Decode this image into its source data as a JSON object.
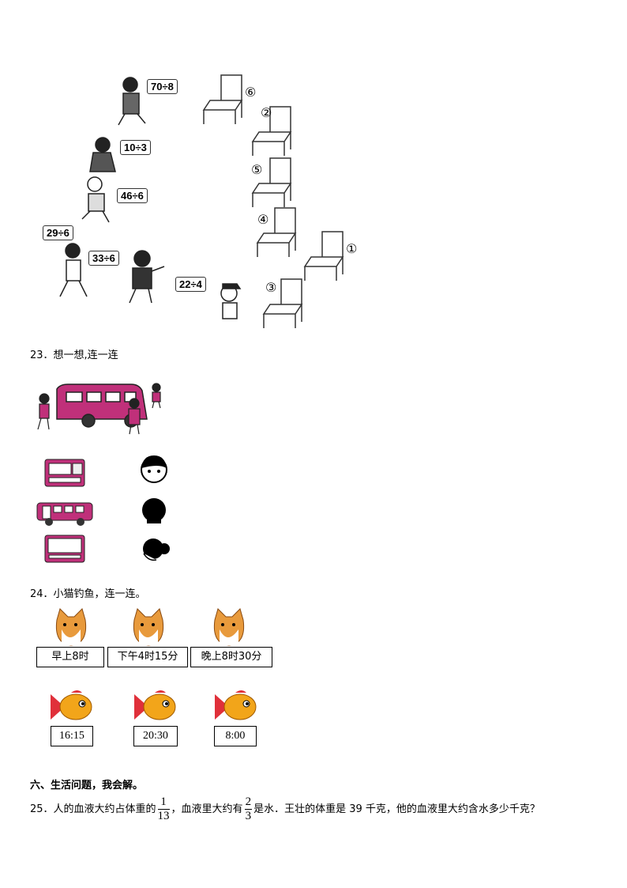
{
  "seating": {
    "bubbles": [
      "70÷8",
      "10÷3",
      "46÷6",
      "29÷6",
      "33÷6",
      "22÷4"
    ],
    "chair_numbers": [
      "⑥",
      "②",
      "⑤",
      "④",
      "①",
      "③"
    ]
  },
  "q23": {
    "label": "23．想一想,连一连"
  },
  "q24": {
    "label": "24．小猫钓鱼，连一连。",
    "cat_times": [
      "早上8时",
      "下午4时15分",
      "晚上8时30分"
    ],
    "fish_times": [
      "16:15",
      "20:30",
      "8:00"
    ]
  },
  "section6": {
    "heading": "六、生活问题，我会解。"
  },
  "q25": {
    "prefix": "25．人的血液大约占体重的",
    "frac1_num": "1",
    "frac1_den": "13",
    "middle": "，血液里大约有",
    "frac2_num": "2",
    "frac2_den": "3",
    "suffix": "是水．王壮的体重是 39 千克，他的血液里大约含水多少千克？"
  },
  "colors": {
    "van": "#c0307a",
    "fish": "#f2a51a",
    "cat": "#e89a3c"
  }
}
